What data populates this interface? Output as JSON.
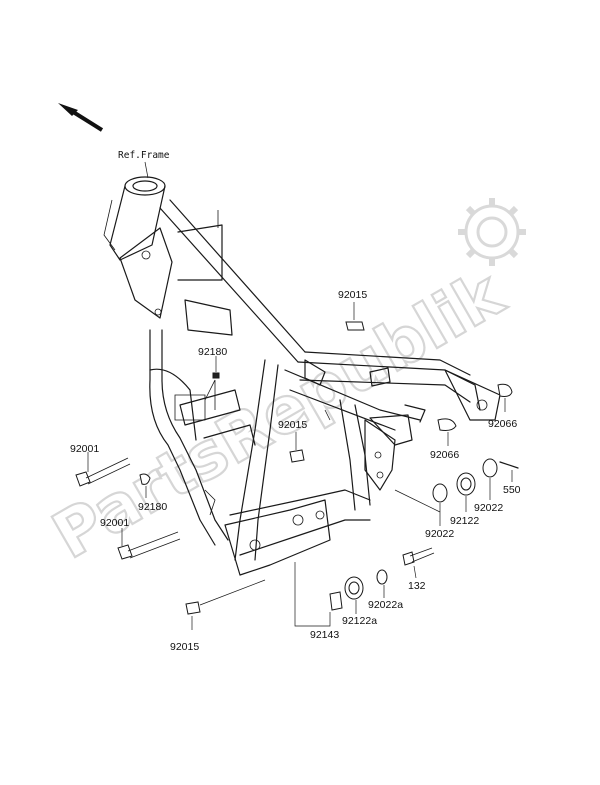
{
  "diagram": {
    "reference_label": "Ref.Frame",
    "watermark": "PartsRepublik",
    "direction_arrow": "front-direction-arrow",
    "parts": [
      {
        "id": "p1",
        "number": "92015"
      },
      {
        "id": "p2",
        "number": "92180"
      },
      {
        "id": "p3",
        "number": "92015"
      },
      {
        "id": "p4",
        "number": "92066"
      },
      {
        "id": "p5",
        "number": "92066"
      },
      {
        "id": "p6",
        "number": "92001"
      },
      {
        "id": "p7",
        "number": "92180"
      },
      {
        "id": "p8",
        "number": "92001"
      },
      {
        "id": "p9",
        "number": "550"
      },
      {
        "id": "p10",
        "number": "92022"
      },
      {
        "id": "p11",
        "number": "92122"
      },
      {
        "id": "p12",
        "number": "92022"
      },
      {
        "id": "p13",
        "number": "132"
      },
      {
        "id": "p14",
        "number": "92022a"
      },
      {
        "id": "p15",
        "number": "92122a"
      },
      {
        "id": "p16",
        "number": "92143"
      },
      {
        "id": "p17",
        "number": "92015"
      }
    ]
  }
}
